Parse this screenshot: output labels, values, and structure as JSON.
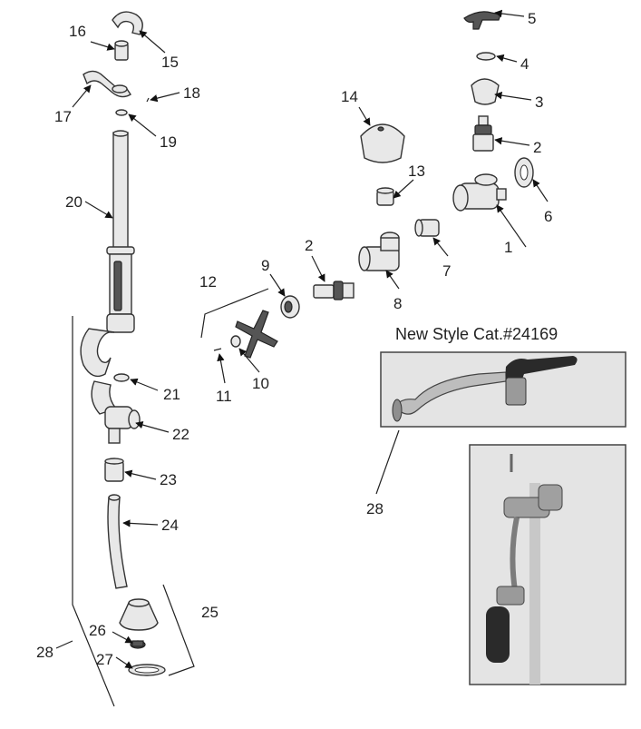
{
  "callouts": [
    {
      "text": "1"
    },
    {
      "text": "2"
    },
    {
      "text": "3"
    },
    {
      "text": "4"
    },
    {
      "text": "5"
    },
    {
      "text": "6"
    },
    {
      "text": "7"
    },
    {
      "text": "8"
    },
    {
      "text": "9"
    },
    {
      "text": "10"
    },
    {
      "text": "11"
    },
    {
      "text": "12"
    },
    {
      "text": "13"
    },
    {
      "text": "14"
    },
    {
      "text": "15"
    },
    {
      "text": "16"
    },
    {
      "text": "17"
    },
    {
      "text": "18"
    },
    {
      "text": "19"
    },
    {
      "text": "20"
    },
    {
      "text": "21"
    },
    {
      "text": "22"
    },
    {
      "text": "23"
    },
    {
      "text": "24"
    },
    {
      "text": "25"
    },
    {
      "text": "26"
    },
    {
      "text": "27"
    },
    {
      "text": "28"
    },
    {
      "text": "2"
    },
    {
      "text": "28"
    }
  ],
  "inset": {
    "caption": "New Style Cat.#24169"
  },
  "colors": {
    "line": "#222222",
    "part_fill": "#e8e8e8",
    "grip": "#2a2a2a",
    "photo_bg": "#e4e4e4"
  }
}
